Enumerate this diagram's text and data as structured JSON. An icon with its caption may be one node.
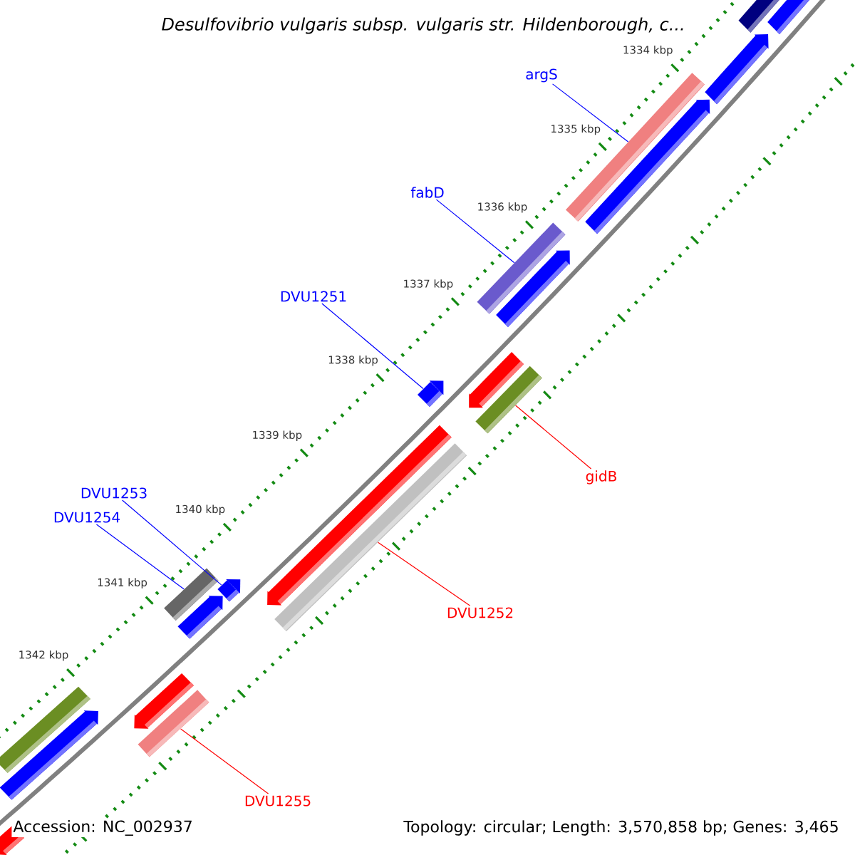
{
  "diagram": {
    "title": "Desulfovibrio vulgaris subsp. vulgaris str. Hildenborough, c...",
    "nodes": [
      {
        "text": [
          "argS"
        ]
      },
      {
        "text": [
          "fabD"
        ]
      },
      {
        "text": [
          "DVU1251"
        ]
      },
      {
        "text": [
          "DVU1253"
        ]
      },
      {
        "text": [
          "DVU1254"
        ]
      },
      {
        "text": [
          "gidB"
        ]
      },
      {
        "text": [
          "DVU1252"
        ]
      },
      {
        "text": [
          "DVU1255"
        ]
      },
      {
        "text": [],
        "shape": "bar"
      },
      {
        "text": [],
        "shape": "bar"
      },
      {
        "text": [],
        "shape": "bar"
      },
      {
        "text": [],
        "shape": "bar"
      },
      {
        "text": [],
        "shape": "bar"
      },
      {
        "text": [],
        "shape": "bar"
      },
      {
        "text": [],
        "shape": "bar"
      },
      {
        "text": [],
        "shape": "bar"
      }
    ],
    "edges": [
      {
        "from": 0,
        "to": 8,
        "arrow": "none"
      },
      {
        "from": 1,
        "to": 9,
        "arrow": "none"
      },
      {
        "from": 2,
        "to": 10,
        "arrow": "none"
      },
      {
        "from": 3,
        "to": 11,
        "arrow": "none"
      },
      {
        "from": 4,
        "to": 12,
        "arrow": "none"
      },
      {
        "from": 5,
        "to": 13,
        "arrow": "none",
        "color": "#ff0000"
      },
      {
        "from": 6,
        "to": 14,
        "arrow": "none",
        "color": "#ff0000"
      },
      {
        "from": 7,
        "to": 15,
        "arrow": "none",
        "color": "#ff0000"
      }
    ],
    "labels": [
      "1334 kbp",
      "1335 kbp",
      "1336 kbp",
      "1337 kbp",
      "1338 kbp",
      "1339 kbp",
      "1340 kbp",
      "1341 kbp",
      "1342 kbp",
      "Accession: NC_002937",
      "Topology: circular; Length: 3,570,858 bp; Genes: 3,465"
    ]
  }
}
